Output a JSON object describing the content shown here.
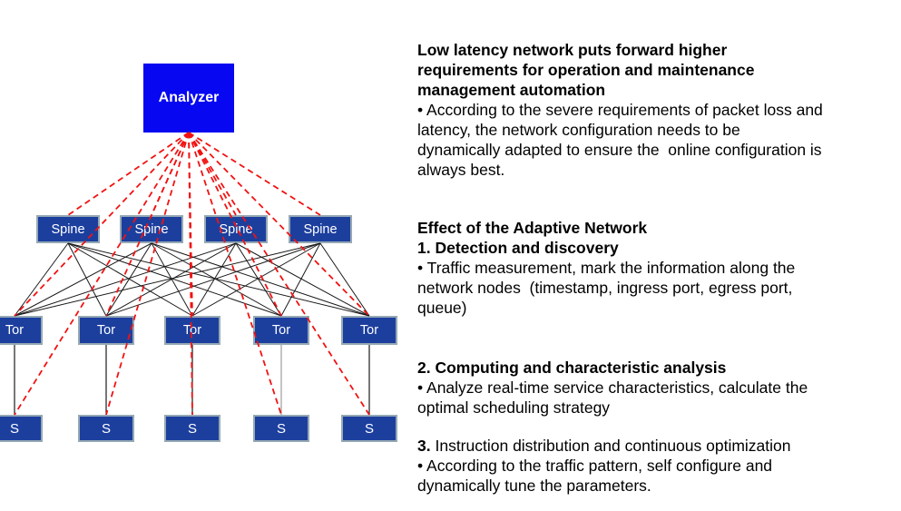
{
  "diagram": {
    "analyzer_label": "Analyzer",
    "spine_labels": [
      "Spine",
      "Spine",
      "Spine",
      "Spine"
    ],
    "tor_labels": [
      "Tor",
      "Tor",
      "Tor",
      "Tor",
      "Tor"
    ],
    "server_labels": [
      "S",
      "S",
      "S",
      "S",
      "S"
    ],
    "colors": {
      "analyzer_fill": "#0707f2",
      "node_fill": "#1c3f9e",
      "node_border": "#96a9b4",
      "analyzer_link": "#f21212",
      "mesh_link": "#1a1a1a",
      "tor4_link": "#8a8a8a"
    }
  },
  "text_panel": {
    "blocks": [
      {
        "style": "bold",
        "gap_after": 0,
        "lines": [
          "Low latency network puts forward higher",
          "requirements for operation and maintenance",
          "management automation"
        ]
      },
      {
        "style": "regular",
        "gap_after": 42,
        "lines": [
          "• According to the severe requirements of packet loss and",
          "latency, the network configuration needs to be",
          "dynamically adapted to ensure the  online configuration is",
          "always best."
        ]
      },
      {
        "style": "bold",
        "gap_after": 0,
        "lines": [
          "Effect of the Adaptive Network",
          "1. Detection and discovery"
        ]
      },
      {
        "style": "regular",
        "gap_after": 44,
        "lines": [
          "• Traffic measurement, mark the information along the",
          "network nodes  (timestamp, ingress port, egress port,",
          "queue)"
        ]
      },
      {
        "style": "bold",
        "gap_after": 0,
        "lines": [
          "2. Computing and characteristic analysis"
        ]
      },
      {
        "style": "regular",
        "gap_after": 20,
        "lines": [
          "• Analyze real-time service characteristics, calculate the",
          "optimal scheduling strategy"
        ]
      },
      {
        "style": "mixed",
        "gap_after": 0,
        "lines": [
          {
            "bold": "3.",
            "text": " Instruction distribution and continuous optimization"
          }
        ]
      },
      {
        "style": "regular",
        "gap_after": 0,
        "lines": [
          "• According to the traffic pattern, self configure and",
          "dynamically tune the parameters."
        ]
      }
    ]
  }
}
